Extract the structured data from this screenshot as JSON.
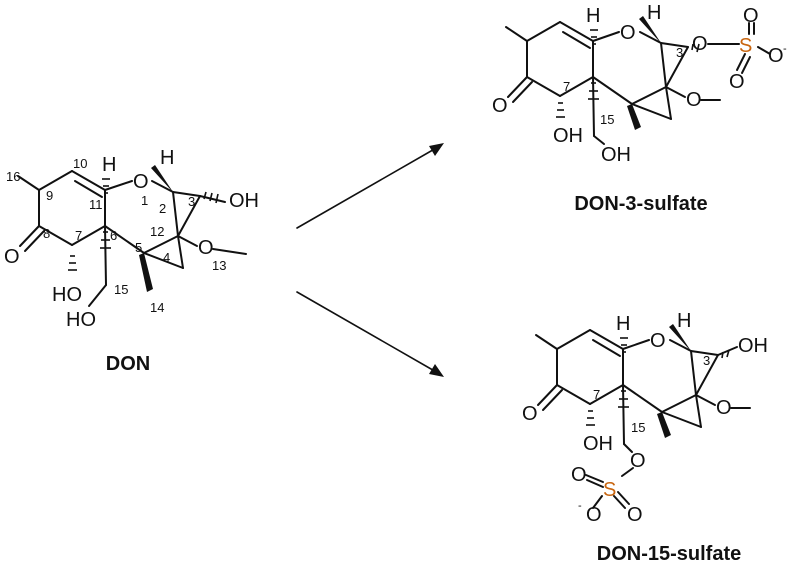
{
  "compounds": {
    "don": {
      "title": "DON",
      "atoms": {
        "O1": "O",
        "OH3": "OH",
        "O13": "O",
        "O8": "O",
        "HO7": "HO",
        "HO15": "HO",
        "H11": "H",
        "H2": "H"
      },
      "numbers": {
        "n16": "16",
        "n10": "10",
        "n9": "9",
        "n11": "11",
        "n1": "1",
        "n2": "2",
        "n3": "3",
        "n8": "8",
        "n7": "7",
        "n6": "6",
        "n12": "12",
        "n5": "5",
        "n4": "4",
        "n13": "13",
        "n15": "15",
        "n14": "14"
      }
    },
    "don3s": {
      "title": "DON-3-sulfate",
      "atoms": {
        "O1": "O",
        "O3": "O",
        "S": "S",
        "Ot": "O",
        "Or": "O",
        "Ob": "O",
        "O13": "O",
        "O8": "O",
        "OH7": "OH",
        "OH15": "OH",
        "H11": "H",
        "H2": "H"
      },
      "numbers": {
        "n3": "3",
        "n7": "7",
        "n15": "15"
      },
      "charge": "-"
    },
    "don15s": {
      "title": "DON-15-sulfate",
      "atoms": {
        "O1": "O",
        "OH3": "OH",
        "O13": "O",
        "O8": "O",
        "OH7": "OH",
        "O15": "O",
        "S": "S",
        "Ot": "O",
        "Or": "O",
        "Ob": "O",
        "H11": "H",
        "H2": "H"
      },
      "numbers": {
        "n3": "3",
        "n7": "7",
        "n15": "15"
      },
      "charge": "-"
    }
  },
  "colors": {
    "sulfur": "#c8650f",
    "ink": "#111111"
  }
}
